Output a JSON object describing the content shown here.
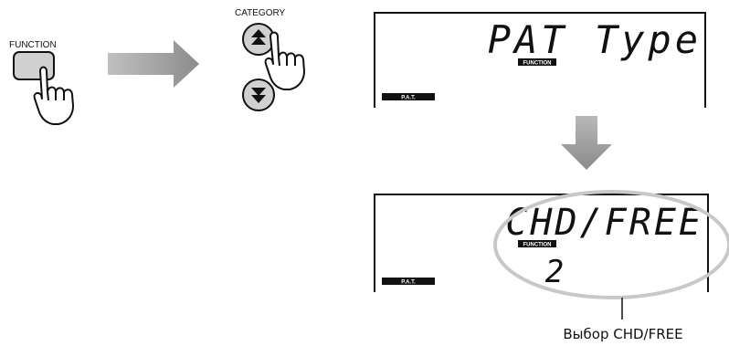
{
  "step1": {
    "button_label": "FUNCTION"
  },
  "step2": {
    "button_label": "CATEGORY"
  },
  "display_top": {
    "main_text": "PAT Type",
    "function_badge": "FUNCTION",
    "pat_badge": "P.A.T."
  },
  "display_bottom": {
    "main_text": "CHD/FREE",
    "function_badge": "FUNCTION",
    "value": "2",
    "pat_badge": "P.A.T."
  },
  "caption": "Выбор CHD/FREE",
  "icons": {
    "up": "double-up-arrow-icon",
    "down": "double-down-arrow-icon",
    "hand": "pointing-hand-icon"
  },
  "colors": {
    "arrow": "#9a9a9a",
    "button": "#d0d0d0",
    "ellipse": "#c8c8c8"
  }
}
